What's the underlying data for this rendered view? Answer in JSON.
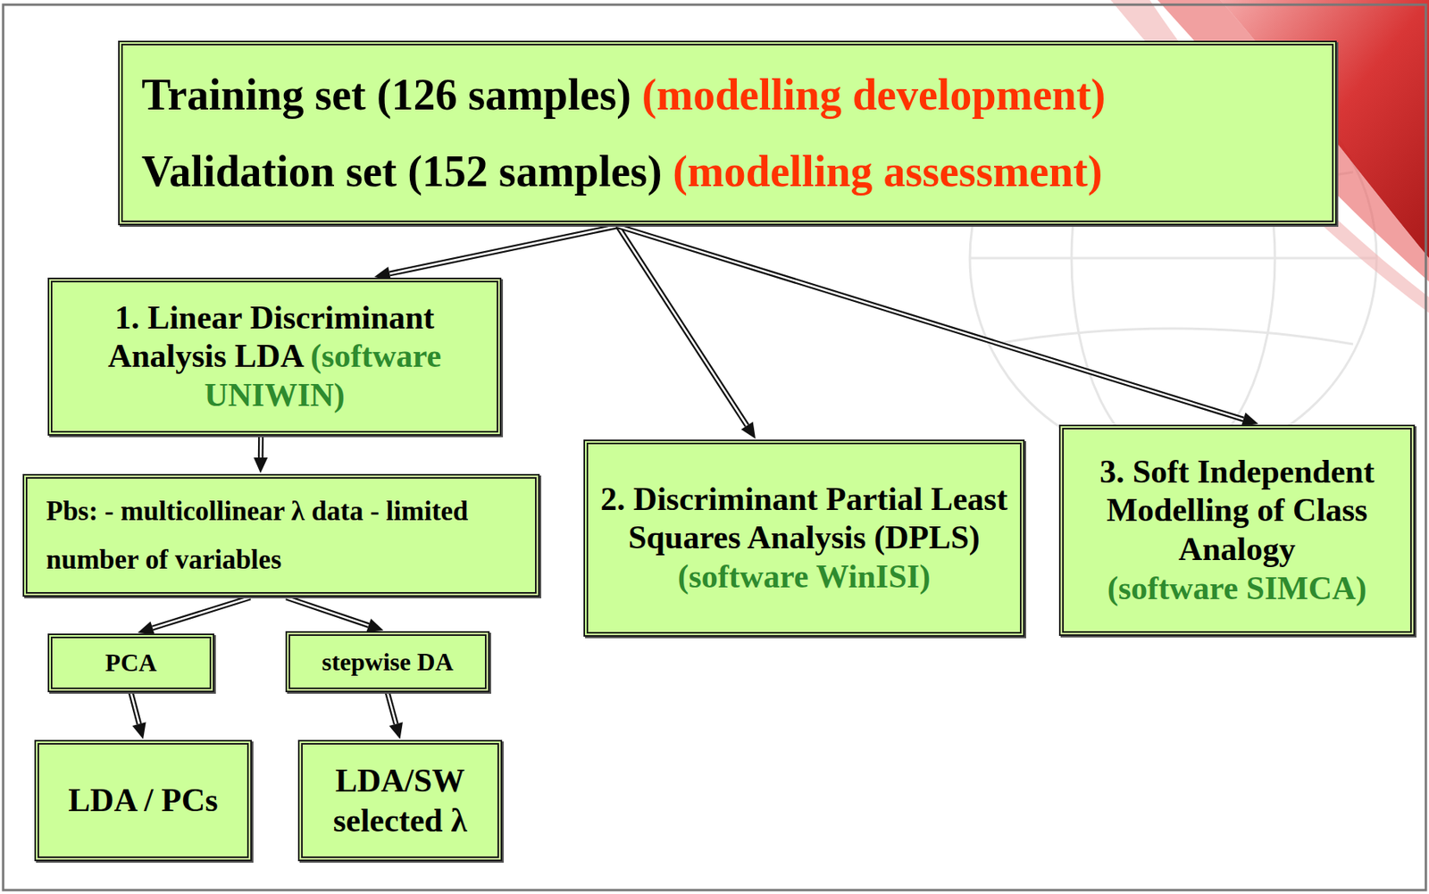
{
  "diagram": {
    "nodes": [
      {
        "text": [
          "Training set (126 samples)",
          "(modelling development)",
          "Validation set (152 samples)",
          "(modelling assessment)"
        ]
      },
      {
        "text": [
          "1. Linear Discriminant Analysis LDA",
          "(software UNIWIN)"
        ]
      },
      {
        "text": [
          "Pbs: - multicollinear λ data - limited number of variables"
        ]
      },
      {
        "text": [
          "PCA"
        ]
      },
      {
        "text": [
          "stepwise DA"
        ]
      },
      {
        "text": [
          "LDA / PCs"
        ]
      },
      {
        "text": [
          "LDA/SW selected λ"
        ]
      },
      {
        "text": [
          "2. Discriminant Partial Least Squares Analysis (DPLS)",
          "(software WinISI)"
        ]
      },
      {
        "text": [
          "3. Soft Independent Modelling of Class Analogy",
          "(software SIMCA)"
        ]
      }
    ],
    "edges": [
      {
        "from": 0,
        "to": 1,
        "arrow": "to"
      },
      {
        "from": 0,
        "to": 7,
        "arrow": "to"
      },
      {
        "from": 0,
        "to": 8,
        "arrow": "to"
      },
      {
        "from": 1,
        "to": 2,
        "arrow": "to"
      },
      {
        "from": 2,
        "to": 3,
        "arrow": "to"
      },
      {
        "from": 2,
        "to": 4,
        "arrow": "to"
      },
      {
        "from": 3,
        "to": 5,
        "arrow": "to"
      },
      {
        "from": 4,
        "to": 6,
        "arrow": "to"
      }
    ]
  }
}
